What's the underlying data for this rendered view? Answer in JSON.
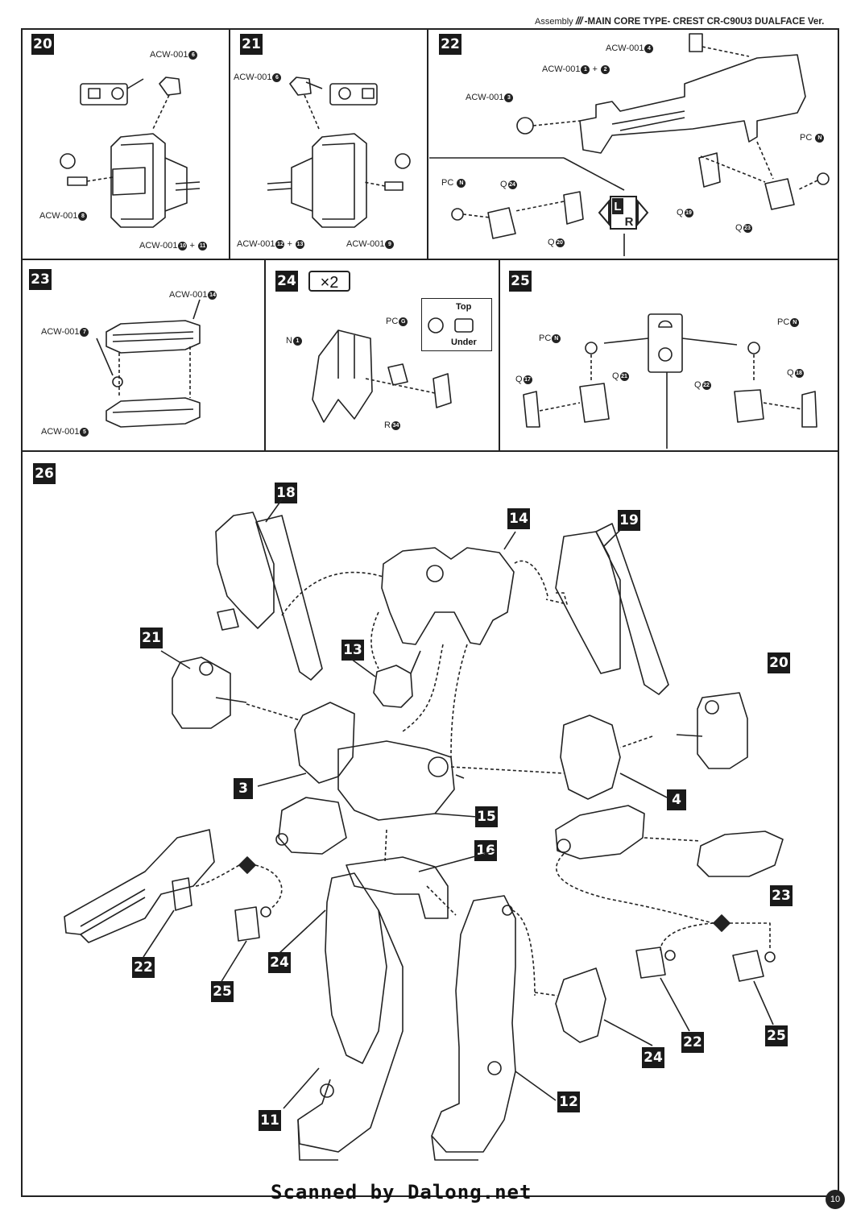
{
  "header": {
    "assembly": "Assembly",
    "bars": "///",
    "main": "-MAIN CORE TYPE-",
    "title": "CREST CR-C90U3 DUALFACE Ver."
  },
  "steps": {
    "s20": "20",
    "s21": "21",
    "s22": "22",
    "s23": "23",
    "s24": "24",
    "s25": "25",
    "s26": "26"
  },
  "step20": {
    "p6": "ACW-001",
    "p6n": "6",
    "p8": "ACW-001",
    "p8n": "8",
    "p10": "ACW-001",
    "p10n": "10",
    "plus": "+",
    "p11n": "11"
  },
  "step21": {
    "p6": "ACW-001",
    "p6n": "6",
    "p12": "ACW-001",
    "p12n": "12",
    "p13n": "13",
    "p9": "ACW-001",
    "p9n": "9"
  },
  "step22": {
    "p4": "ACW-001",
    "p4n": "4",
    "p12": "ACW-001",
    "p1n": "1",
    "p2n": "2",
    "p3": "ACW-001",
    "p3n": "3",
    "pcN1": "PC",
    "pcN1n": "N",
    "pcN2": "PC",
    "pcN2n": "N",
    "q24": "Q",
    "q24n": "24",
    "q19": "Q",
    "q19n": "19",
    "q20": "Q",
    "q20n": "20",
    "q23": "Q",
    "q23n": "23",
    "l": "L",
    "r": "R"
  },
  "step23": {
    "p14": "ACW-001",
    "p14n": "14",
    "p7": "ACW-001",
    "p7n": "7",
    "p5": "ACW-001",
    "p5n": "5"
  },
  "step24": {
    "times": "×2",
    "n": "N",
    "nn": "1",
    "pcg": "PC",
    "pcgn": "G",
    "r": "R",
    "rn": "34",
    "top": "Top",
    "under": "Under"
  },
  "step25": {
    "pcL": "PC",
    "pcLn": "N",
    "pcR": "PC",
    "pcRn": "N",
    "q17": "Q",
    "q17n": "17",
    "q21": "Q",
    "q21n": "21",
    "q22": "Q",
    "q22n": "22",
    "q18": "Q",
    "q18n": "18"
  },
  "callouts": [
    "18",
    "14",
    "19",
    "21",
    "13",
    "20",
    "3",
    "4",
    "15",
    "16",
    "22",
    "25",
    "24",
    "23",
    "24",
    "22",
    "25",
    "11",
    "12"
  ],
  "footer": "Scanned by Dalong.net",
  "page": "10"
}
